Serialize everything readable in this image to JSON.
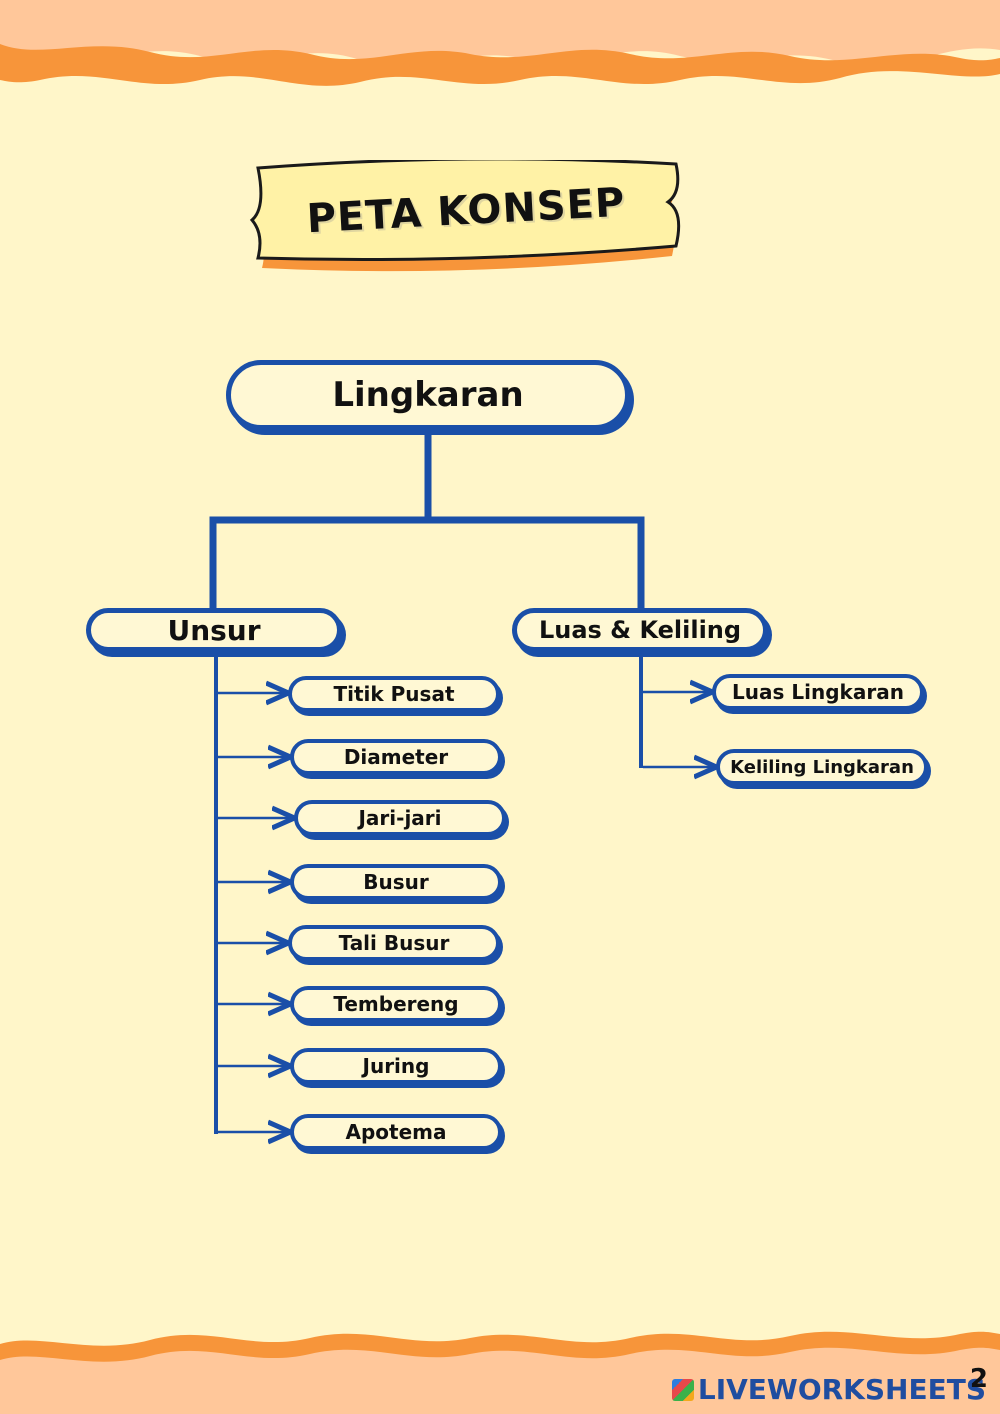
{
  "banner": {
    "title": "PETA KONSEP"
  },
  "diagram": {
    "root": "Lingkaran",
    "unsur": {
      "label": "Unsur",
      "items": [
        "Titik Pusat",
        "Diameter",
        "Jari-jari",
        "Busur",
        "Tali Busur",
        "Tembereng",
        "Juring",
        "Apotema"
      ]
    },
    "luas": {
      "label": "Luas & Keliling",
      "items": [
        "Luas Lingkaran",
        "Keliling Lingkaran"
      ]
    }
  },
  "footer": {
    "brand": "LIVEWORKSHEETS",
    "page_number": "2"
  },
  "colors": {
    "background": "#fff6c9",
    "accent_blue": "#1a4fa8",
    "wave_orange": "#f7953a",
    "wave_light": "#ffc79a"
  }
}
